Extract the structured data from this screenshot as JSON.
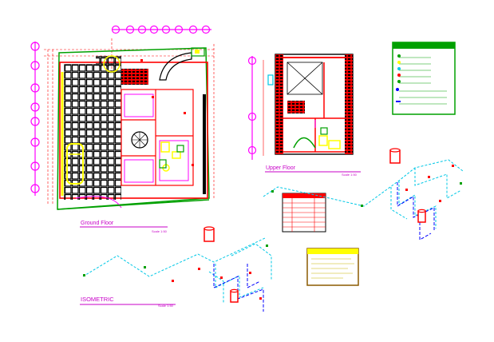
{
  "drawing": {
    "ground_floor": {
      "title": "Ground Floor",
      "scale": "Scale 1:50"
    },
    "upper_floor": {
      "title": "Upper Floor",
      "scale": "Scale 1:50"
    },
    "isometric": {
      "title": "ISOMETRIC",
      "scale": "Scale 1:50"
    }
  },
  "colors": {
    "background": "#ffffff",
    "walls": "#ff0000",
    "dimension": "#ff00ff",
    "pipe_cold": "#00c8e6",
    "fixture": "#ffff00",
    "border": "#00a000",
    "hatch": "#000000",
    "titles": "#c800c8"
  }
}
